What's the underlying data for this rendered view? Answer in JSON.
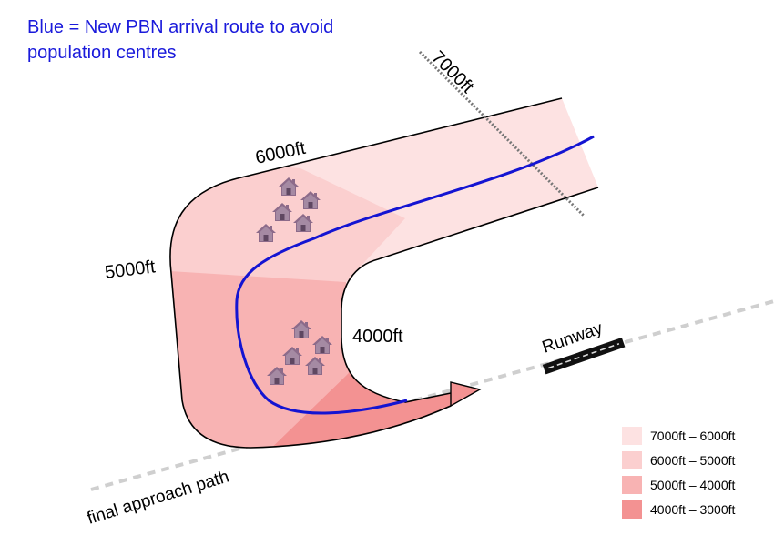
{
  "title": "Blue = New PBN arrival route to avoid population centres",
  "labels": {
    "alt_7000": "7000ft",
    "alt_6000": "6000ft",
    "alt_5000": "5000ft",
    "alt_4000": "4000ft",
    "runway": "Runway",
    "final_approach": "final approach path"
  },
  "legend": [
    {
      "label": "7000ft – 6000ft",
      "color": "#fde2e2"
    },
    {
      "label": "6000ft – 5000ft",
      "color": "#fbcfcf"
    },
    {
      "label": "5000ft – 4000ft",
      "color": "#f8b3b3"
    },
    {
      "label": "4000ft – 3000ft",
      "color": "#f39292"
    }
  ],
  "colors": {
    "route": "#1414d2",
    "houses": "#8c6b8a",
    "runway": "#111111"
  }
}
